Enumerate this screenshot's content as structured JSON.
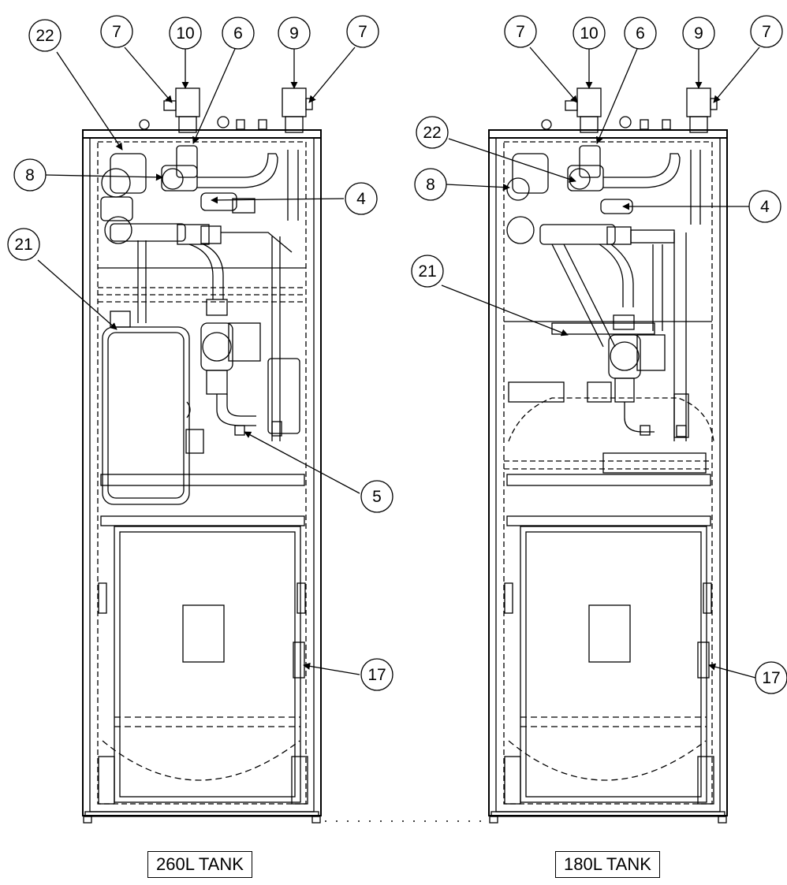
{
  "units": [
    {
      "name": "unit-260l",
      "caption": "260L TANK",
      "callouts": [
        "22",
        "7",
        "10",
        "6",
        "9",
        "7",
        "8",
        "4",
        "21",
        "5",
        "17"
      ]
    },
    {
      "name": "unit-180l",
      "caption": "180L TANK",
      "callouts": [
        "7",
        "10",
        "6",
        "9",
        "7",
        "22",
        "8",
        "4",
        "21",
        "17"
      ]
    }
  ]
}
